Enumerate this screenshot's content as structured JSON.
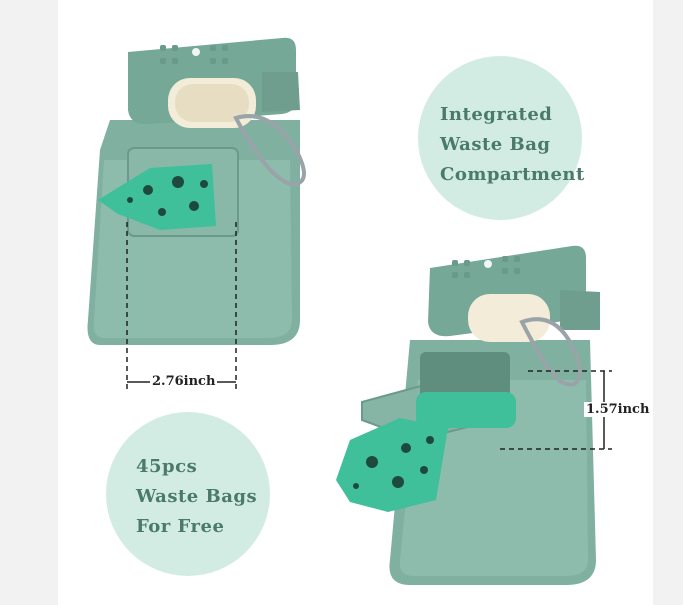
{
  "feature_bubble_top": {
    "lines": [
      "Integrated",
      "Waste Bag",
      "Compartment"
    ]
  },
  "feature_bubble_bottom": {
    "lines": [
      "45pcs",
      "Waste Bags",
      "For Free"
    ]
  },
  "dimensions": {
    "width_label": "2.76inch",
    "height_label": "1.57inch"
  },
  "colors": {
    "product_green": "#7fb0a0",
    "bubble_mint": "#d3ece3",
    "bubble_text": "#4a7a6a",
    "bag_teal": "#3fbf9a"
  }
}
